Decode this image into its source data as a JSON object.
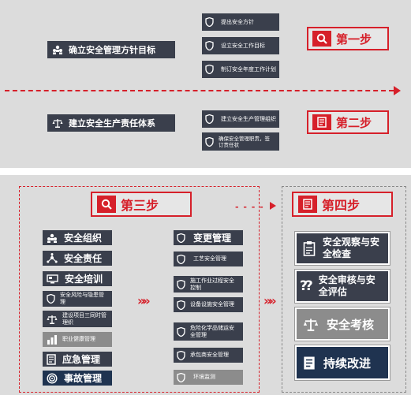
{
  "step1": {
    "badge": "第一步",
    "main": "确立安全管理方针目标",
    "subs": [
      "提出安全方针",
      "设立安全工作目标",
      "制订安全年度工作计划"
    ]
  },
  "step2": {
    "badge": "第二步",
    "main": "建立安全生产责任体系",
    "subs": [
      "建立安全生产管理组织",
      "确保安全管理职责，签订责任状"
    ]
  },
  "step3": {
    "badge": "第三步",
    "left": [
      {
        "label": "安全组织",
        "icon": "org-icon"
      },
      {
        "label": "安全责任",
        "icon": "network-icon"
      },
      {
        "label": "安全培训",
        "icon": "screen-icon"
      },
      {
        "label": "安全风险与隐患管理",
        "icon": "shield-icon"
      },
      {
        "label": "建设项目三同时管理织",
        "icon": "scale-icon"
      },
      {
        "label": "职业健康管理",
        "icon": "bars-icon"
      },
      {
        "label": "应急管理",
        "icon": "document-icon"
      },
      {
        "label": "事故管理",
        "icon": "target-icon"
      }
    ],
    "right": [
      {
        "label": "变更管理",
        "icon": "shield-icon"
      },
      {
        "label": "工艺安全管理",
        "icon": "shield-icon"
      },
      {
        "label": "施工作业过程安全控制",
        "icon": "shield-icon"
      },
      {
        "label": "设备设施安全管理",
        "icon": "shield-icon"
      },
      {
        "label": "危险化学品储运安全管理",
        "icon": "shield-icon"
      },
      {
        "label": "承包商安全管理",
        "icon": "shield-icon"
      },
      {
        "label": "环境监测",
        "icon": "shield-icon"
      }
    ]
  },
  "step4": {
    "badge": "第四步",
    "items": [
      {
        "label": "安全观察与安全检查",
        "icon": "clipboard-icon"
      },
      {
        "label": "安全审核与安全评估",
        "icon": "question-icon"
      },
      {
        "label": "安全考核",
        "icon": "scale-icon"
      },
      {
        "label": "持续改进",
        "icon": "document-icon"
      }
    ]
  },
  "colors": {
    "accent": "#d6202a",
    "dark": "#3a3f4c",
    "navy": "#1f3350",
    "gray": "#8c8c8c"
  }
}
